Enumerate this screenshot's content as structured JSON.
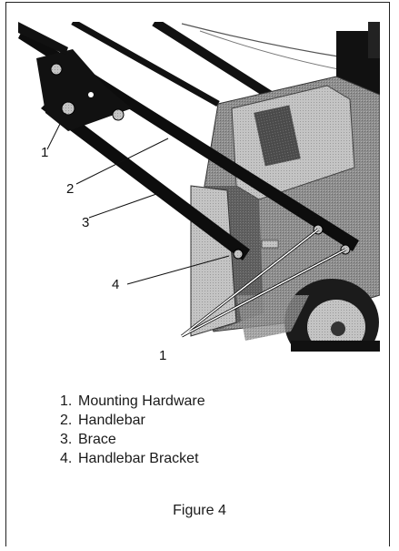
{
  "figure": {
    "callouts": [
      {
        "id": "c1a",
        "text": "1"
      },
      {
        "id": "c2",
        "text": "2"
      },
      {
        "id": "c3",
        "text": "3"
      },
      {
        "id": "c4",
        "text": "4"
      },
      {
        "id": "c1b",
        "text": "1"
      }
    ]
  },
  "legend": {
    "items": [
      {
        "number": "1.",
        "label": "Mounting Hardware"
      },
      {
        "number": "2.",
        "label": "Handlebar"
      },
      {
        "number": "3.",
        "label": "Brace"
      },
      {
        "number": "4.",
        "label": "Handlebar Bracket"
      }
    ]
  },
  "caption": "Figure 4"
}
